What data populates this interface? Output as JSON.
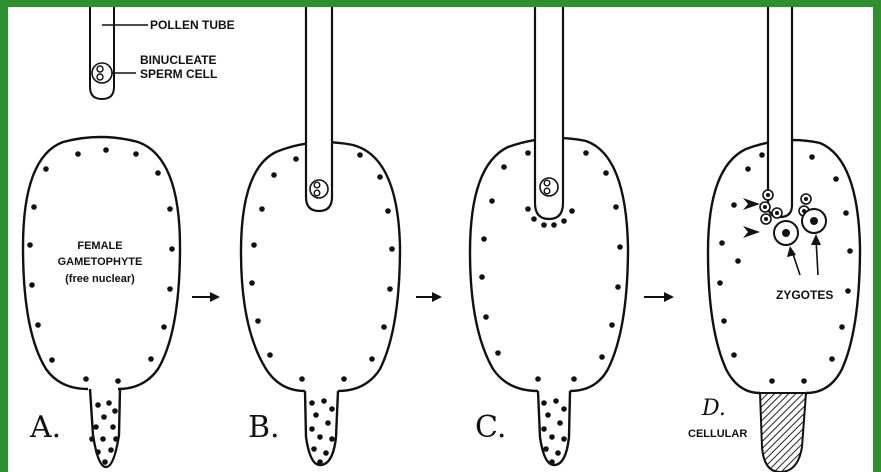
{
  "diagram": {
    "labels": {
      "pollen_tube": "POLLEN TUBE",
      "binucleate_line1": "BINUCLEATE",
      "binucleate_line2": "SPERM CELL",
      "female_line1": "FEMALE",
      "female_line2": "GAMETOPHYTE",
      "female_line3": "(free nuclear)",
      "zygotes": "ZYGOTES",
      "cellular": "CELLULAR"
    },
    "stages": [
      {
        "id": "A",
        "label": "A."
      },
      {
        "id": "B",
        "label": "B."
      },
      {
        "id": "C",
        "label": "C."
      },
      {
        "id": "D",
        "label": "D."
      }
    ],
    "colors": {
      "frame": "#2f8f2f",
      "ink": "#111111",
      "background": "#ffffff"
    }
  }
}
